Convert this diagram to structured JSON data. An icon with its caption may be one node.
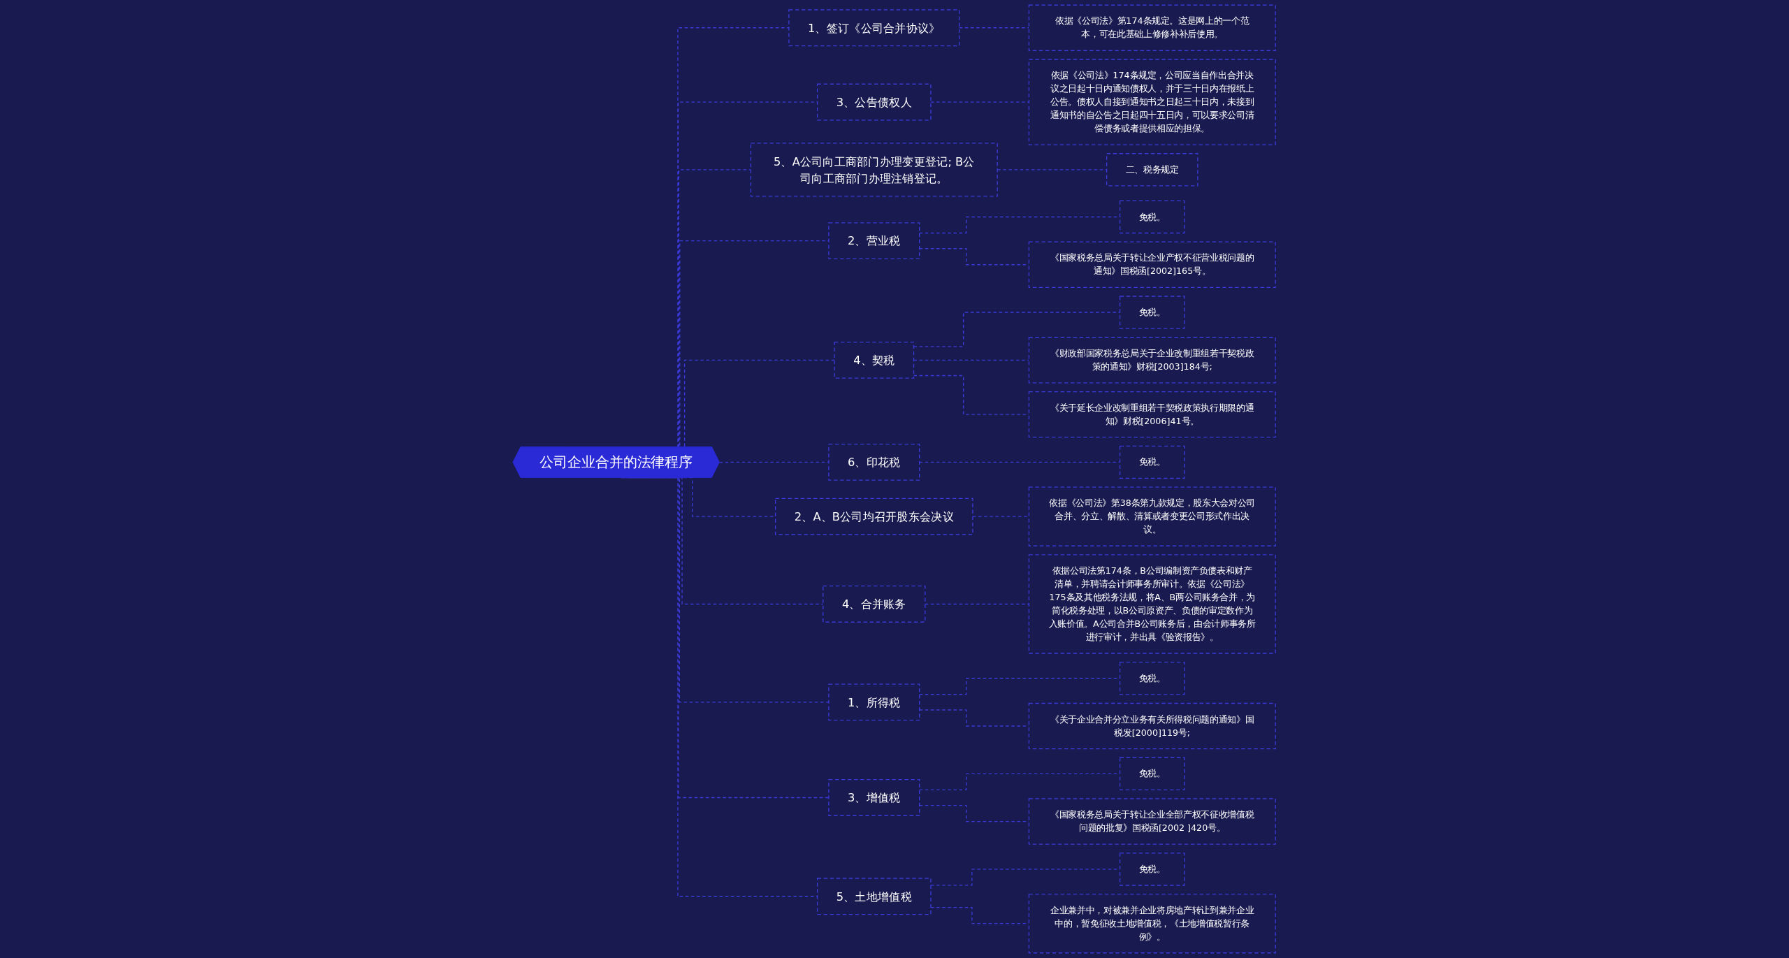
{
  "diagram": {
    "nodes": [
      {
        "text": [
          "公司企业合并的法律程序"
        ]
      },
      {
        "text": [
          "1、签订《公司合并协议》"
        ]
      },
      {
        "text": [
          "依据《公司法》第174条规定。这是网上的一个范本，可在此基础上修修补补后使用。"
        ]
      },
      {
        "text": [
          "3、公告债权人"
        ]
      },
      {
        "text": [
          "依据《公司法》174条规定，公司应当自作出合并决议之日起十日内通知债权人，并于三十日内在报纸上公告。债权人自接到通知书之日起三十日内，未接到通知书的自公告之日起四十五日内，可以要求公司清偿债务或者提供相应的担保。"
        ]
      },
      {
        "text": [
          "5、A公司向工商部门办理变更登记; B公司向工商部门办理注销登记。"
        ]
      },
      {
        "text": [
          "二、税务规定"
        ]
      },
      {
        "text": [
          "2、营业税"
        ]
      },
      {
        "text": [
          "免税。"
        ]
      },
      {
        "text": [
          "《国家税务总局关于转让企业产权不征营业税问题的通知》国税函[2002]165号。"
        ]
      },
      {
        "text": [
          "4、契税"
        ]
      },
      {
        "text": [
          "免税。"
        ]
      },
      {
        "text": [
          "《财政部国家税务总局关于企业改制重组若干契税政策的通知》财税[2003]184号;"
        ]
      },
      {
        "text": [
          "《关于延长企业改制重组若干契税政策执行期限的通知》财税[2006]41号。"
        ]
      },
      {
        "text": [
          "6、印花税"
        ]
      },
      {
        "text": [
          "免税。"
        ]
      },
      {
        "text": [
          "2、A、B公司均召开股东会决议"
        ]
      },
      {
        "text": [
          "依据《公司法》第38条第九款规定，股东大会对公司合并、分立、解散、清算或者变更公司形式作出决议。"
        ]
      },
      {
        "text": [
          "4、合并账务"
        ]
      },
      {
        "text": [
          "依据公司法第174条，B公司编制资产负债表和财产清单，并聘请会计师事务所审计。依据《公司法》175条及其他税务法规，将A、B两公司账务合并，为简化税务处理，以B公司原资产、负债的审定数作为入账价值。A公司合并B公司账务后，由会计师事务所进行审计，并出具《验资报告》。"
        ]
      },
      {
        "text": [
          "1、所得税"
        ]
      },
      {
        "text": [
          "免税。"
        ]
      },
      {
        "text": [
          "《关于企业合并分立业务有关所得税问题的通知》国税发[2000]119号;"
        ]
      },
      {
        "text": [
          "3、增值税"
        ]
      },
      {
        "text": [
          "免税。"
        ]
      },
      {
        "text": [
          "《国家税务总局关于转让企业全部产权不征收增值税问题的批复》国税函[2002 ]420号。"
        ]
      },
      {
        "text": [
          "5、土地增值税"
        ]
      },
      {
        "text": [
          "免税。"
        ]
      },
      {
        "text": [
          "企业兼并中，对被兼并企业将房地产转让到兼并企业中的，暂免征收土地增值税，《土地增值税暂行条例》。"
        ]
      }
    ],
    "edges": [
      {
        "from": 0,
        "to": 1,
        "arrow": "none"
      },
      {
        "from": 1,
        "to": 2,
        "arrow": "none"
      },
      {
        "from": 0,
        "to": 3,
        "arrow": "none"
      },
      {
        "from": 3,
        "to": 4,
        "arrow": "none"
      },
      {
        "from": 0,
        "to": 5,
        "arrow": "none"
      },
      {
        "from": 5,
        "to": 6,
        "arrow": "none"
      },
      {
        "from": 0,
        "to": 7,
        "arrow": "none"
      },
      {
        "from": 7,
        "to": 8,
        "arrow": "none"
      },
      {
        "from": 7,
        "to": 9,
        "arrow": "none"
      },
      {
        "from": 0,
        "to": 10,
        "arrow": "none"
      },
      {
        "from": 10,
        "to": 11,
        "arrow": "none"
      },
      {
        "from": 10,
        "to": 12,
        "arrow": "none"
      },
      {
        "from": 10,
        "to": 13,
        "arrow": "none"
      },
      {
        "from": 0,
        "to": 14,
        "arrow": "none"
      },
      {
        "from": 14,
        "to": 15,
        "arrow": "none"
      },
      {
        "from": 0,
        "to": 16,
        "arrow": "none"
      },
      {
        "from": 16,
        "to": 17,
        "arrow": "none"
      },
      {
        "from": 0,
        "to": 18,
        "arrow": "none"
      },
      {
        "from": 18,
        "to": 19,
        "arrow": "none"
      },
      {
        "from": 0,
        "to": 20,
        "arrow": "none"
      },
      {
        "from": 20,
        "to": 21,
        "arrow": "none"
      },
      {
        "from": 20,
        "to": 22,
        "arrow": "none"
      },
      {
        "from": 0,
        "to": 23,
        "arrow": "none"
      },
      {
        "from": 23,
        "to": 24,
        "arrow": "none"
      },
      {
        "from": 23,
        "to": 25,
        "arrow": "none"
      },
      {
        "from": 0,
        "to": 26,
        "arrow": "none"
      },
      {
        "from": 26,
        "to": 27,
        "arrow": "none"
      },
      {
        "from": 26,
        "to": 28,
        "arrow": "none"
      }
    ]
  }
}
